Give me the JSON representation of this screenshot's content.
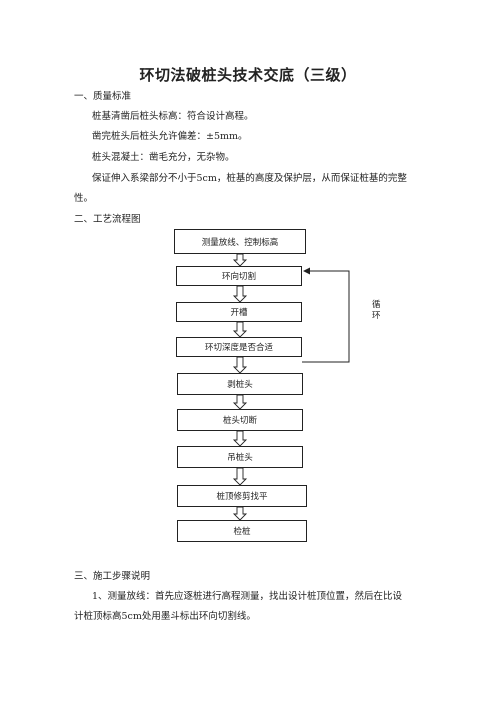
{
  "title": "环切法破桩头技术交底（三级）",
  "section1": {
    "heading": "一、质量标准",
    "lines": [
      "桩基清凿后桩头标高：符合设计高程。",
      "凿完桩头后桩头允许偏差：±5mm。",
      "桩头混凝土：凿毛充分，无杂物。",
      "保证伸入系梁部分不小于5cm，桩基的高度及保护层，从而保证桩基的完整",
      "性。"
    ]
  },
  "section2": {
    "heading": "二、工艺流程图",
    "steps": [
      "测量放线、控制标高",
      "环向切割",
      "开槽",
      "环切深度是否合适",
      "剥桩头",
      "桩头切断",
      "吊桩头",
      "桩顶修剪找平",
      "检桩"
    ],
    "loop_chars": [
      "循",
      "环"
    ]
  },
  "section3": {
    "heading": "三、施工步骤说明",
    "line1": "1、测量放线：首先应逐桩进行高程测量，找出设计桩顶位置，然后在比设",
    "line2": "计桩顶标高5cm处用墨斗标出环向切割线。"
  }
}
